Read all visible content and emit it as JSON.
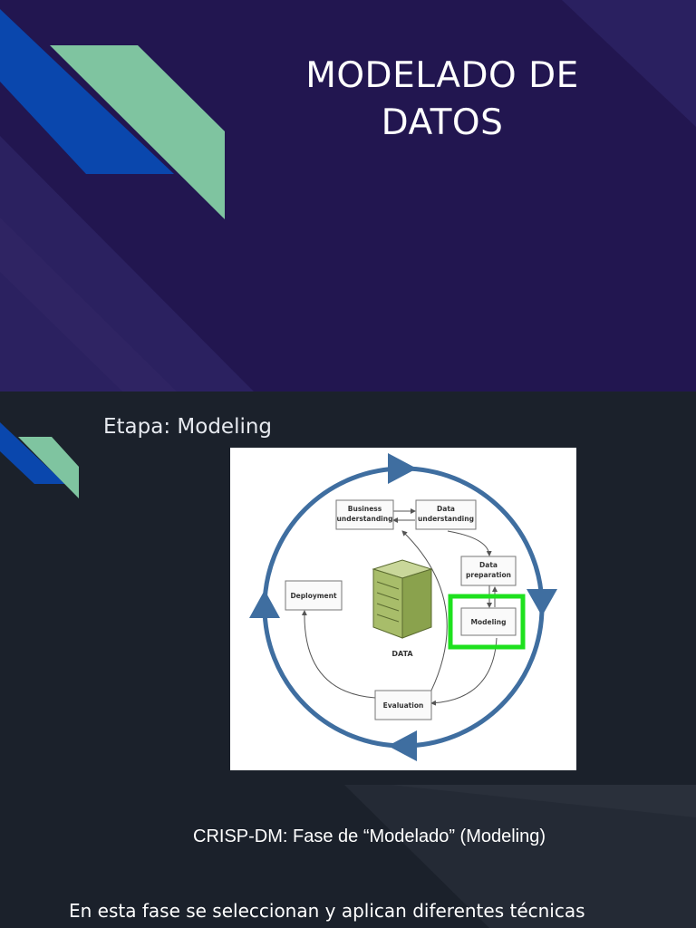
{
  "slide1": {
    "title_line1": "MODELADO DE",
    "title_line2": "DATOS"
  },
  "slide2": {
    "stage_title": "Etapa: Modeling",
    "caption": "CRISP-DM: Fase de “Modelado” (Modeling)",
    "body_text": "En esta fase se seleccionan y aplican diferentes técnicas"
  },
  "diagram": {
    "business_line1": "Business",
    "business_line2": "understanding",
    "data_understanding_line1": "Data",
    "data_understanding_line2": "understanding",
    "data_preparation_line1": "Data",
    "data_preparation_line2": "preparation",
    "modeling": "Modeling",
    "deployment": "Deployment",
    "evaluation": "Evaluation",
    "data_label": "DATA"
  },
  "colors": {
    "slide1_bg": "#221650",
    "slide2_bg": "#1b212b",
    "accent_blue": "#0a47ad",
    "accent_mint": "#7fc4a0",
    "cycle_blue": "#3f6ea0",
    "highlight_green": "#1ee11e"
  }
}
